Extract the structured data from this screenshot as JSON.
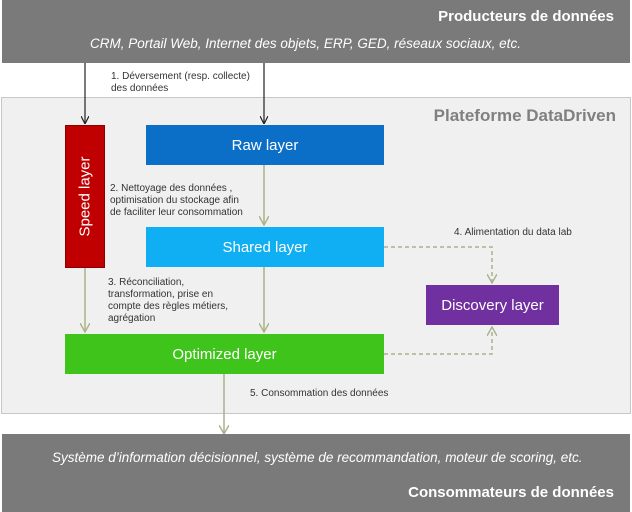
{
  "producers": {
    "title": "Producteurs de données",
    "subtitle": "CRM, Portail Web, Internet des objets, ERP, GED, réseaux sociaux, etc."
  },
  "platform": {
    "title": "Plateforme DataDriven"
  },
  "layers": {
    "speed": "Speed layer",
    "raw": "Raw layer",
    "shared": "Shared layer",
    "optimized": "Optimized layer",
    "discovery": "Discovery layer"
  },
  "steps": {
    "step1": [
      "1. Déversement (resp. collecte)",
      "des données"
    ],
    "step2": [
      "2. Nettoyage des données ,",
      "optimisation du stockage afin",
      "de faciliter leur consommation"
    ],
    "step3": [
      "3. Réconciliation,",
      "transformation, prise en",
      "compte des règles métiers,",
      "agrégation"
    ],
    "step4": [
      "4. Alimentation du data lab"
    ],
    "step5": [
      "5. Consommation des données"
    ]
  },
  "consumers": {
    "title": "Consommateurs de données",
    "subtitle": "Système d’information décisionnel, système de recommandation, moteur de scoring, etc."
  },
  "colors": {
    "band": "#7a7a7a",
    "platform_bg": "#f0f0f0",
    "speed": "#c00000",
    "raw": "#0b6fc8",
    "shared": "#10aef2",
    "optimized": "#3fc41b",
    "discovery": "#7030a0",
    "arrow": "#a9b38a",
    "arrow_dark": "#222222"
  }
}
